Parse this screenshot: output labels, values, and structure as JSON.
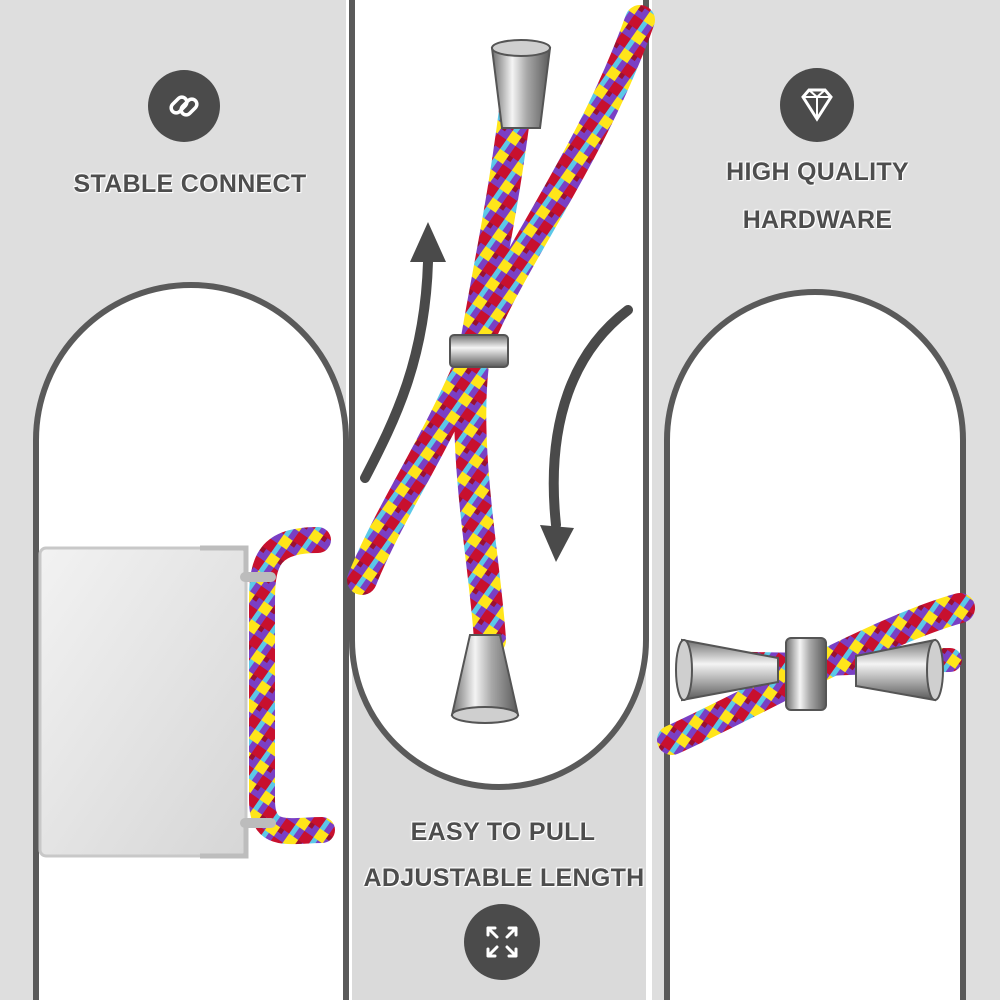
{
  "features": {
    "stable": {
      "label": "STABLE CONNECT",
      "icon": "link-icon"
    },
    "quality": {
      "line1": "HIGH QUALITY",
      "line2": "HARDWARE",
      "icon": "diamond-icon"
    },
    "adjust": {
      "line1": "EASY TO PULL",
      "line2": "ADJUSTABLE LENGTH",
      "icon": "expand-arrows-icon"
    }
  },
  "colors": {
    "panel": "#dedede",
    "icon_bg": "#4b4b4b",
    "text": "#4d4d4d",
    "rope_red": "#c8102e",
    "rope_purple": "#7a3fc4",
    "rope_yellow": "#ffe51a",
    "rope_cyan": "#5bc8e8"
  }
}
